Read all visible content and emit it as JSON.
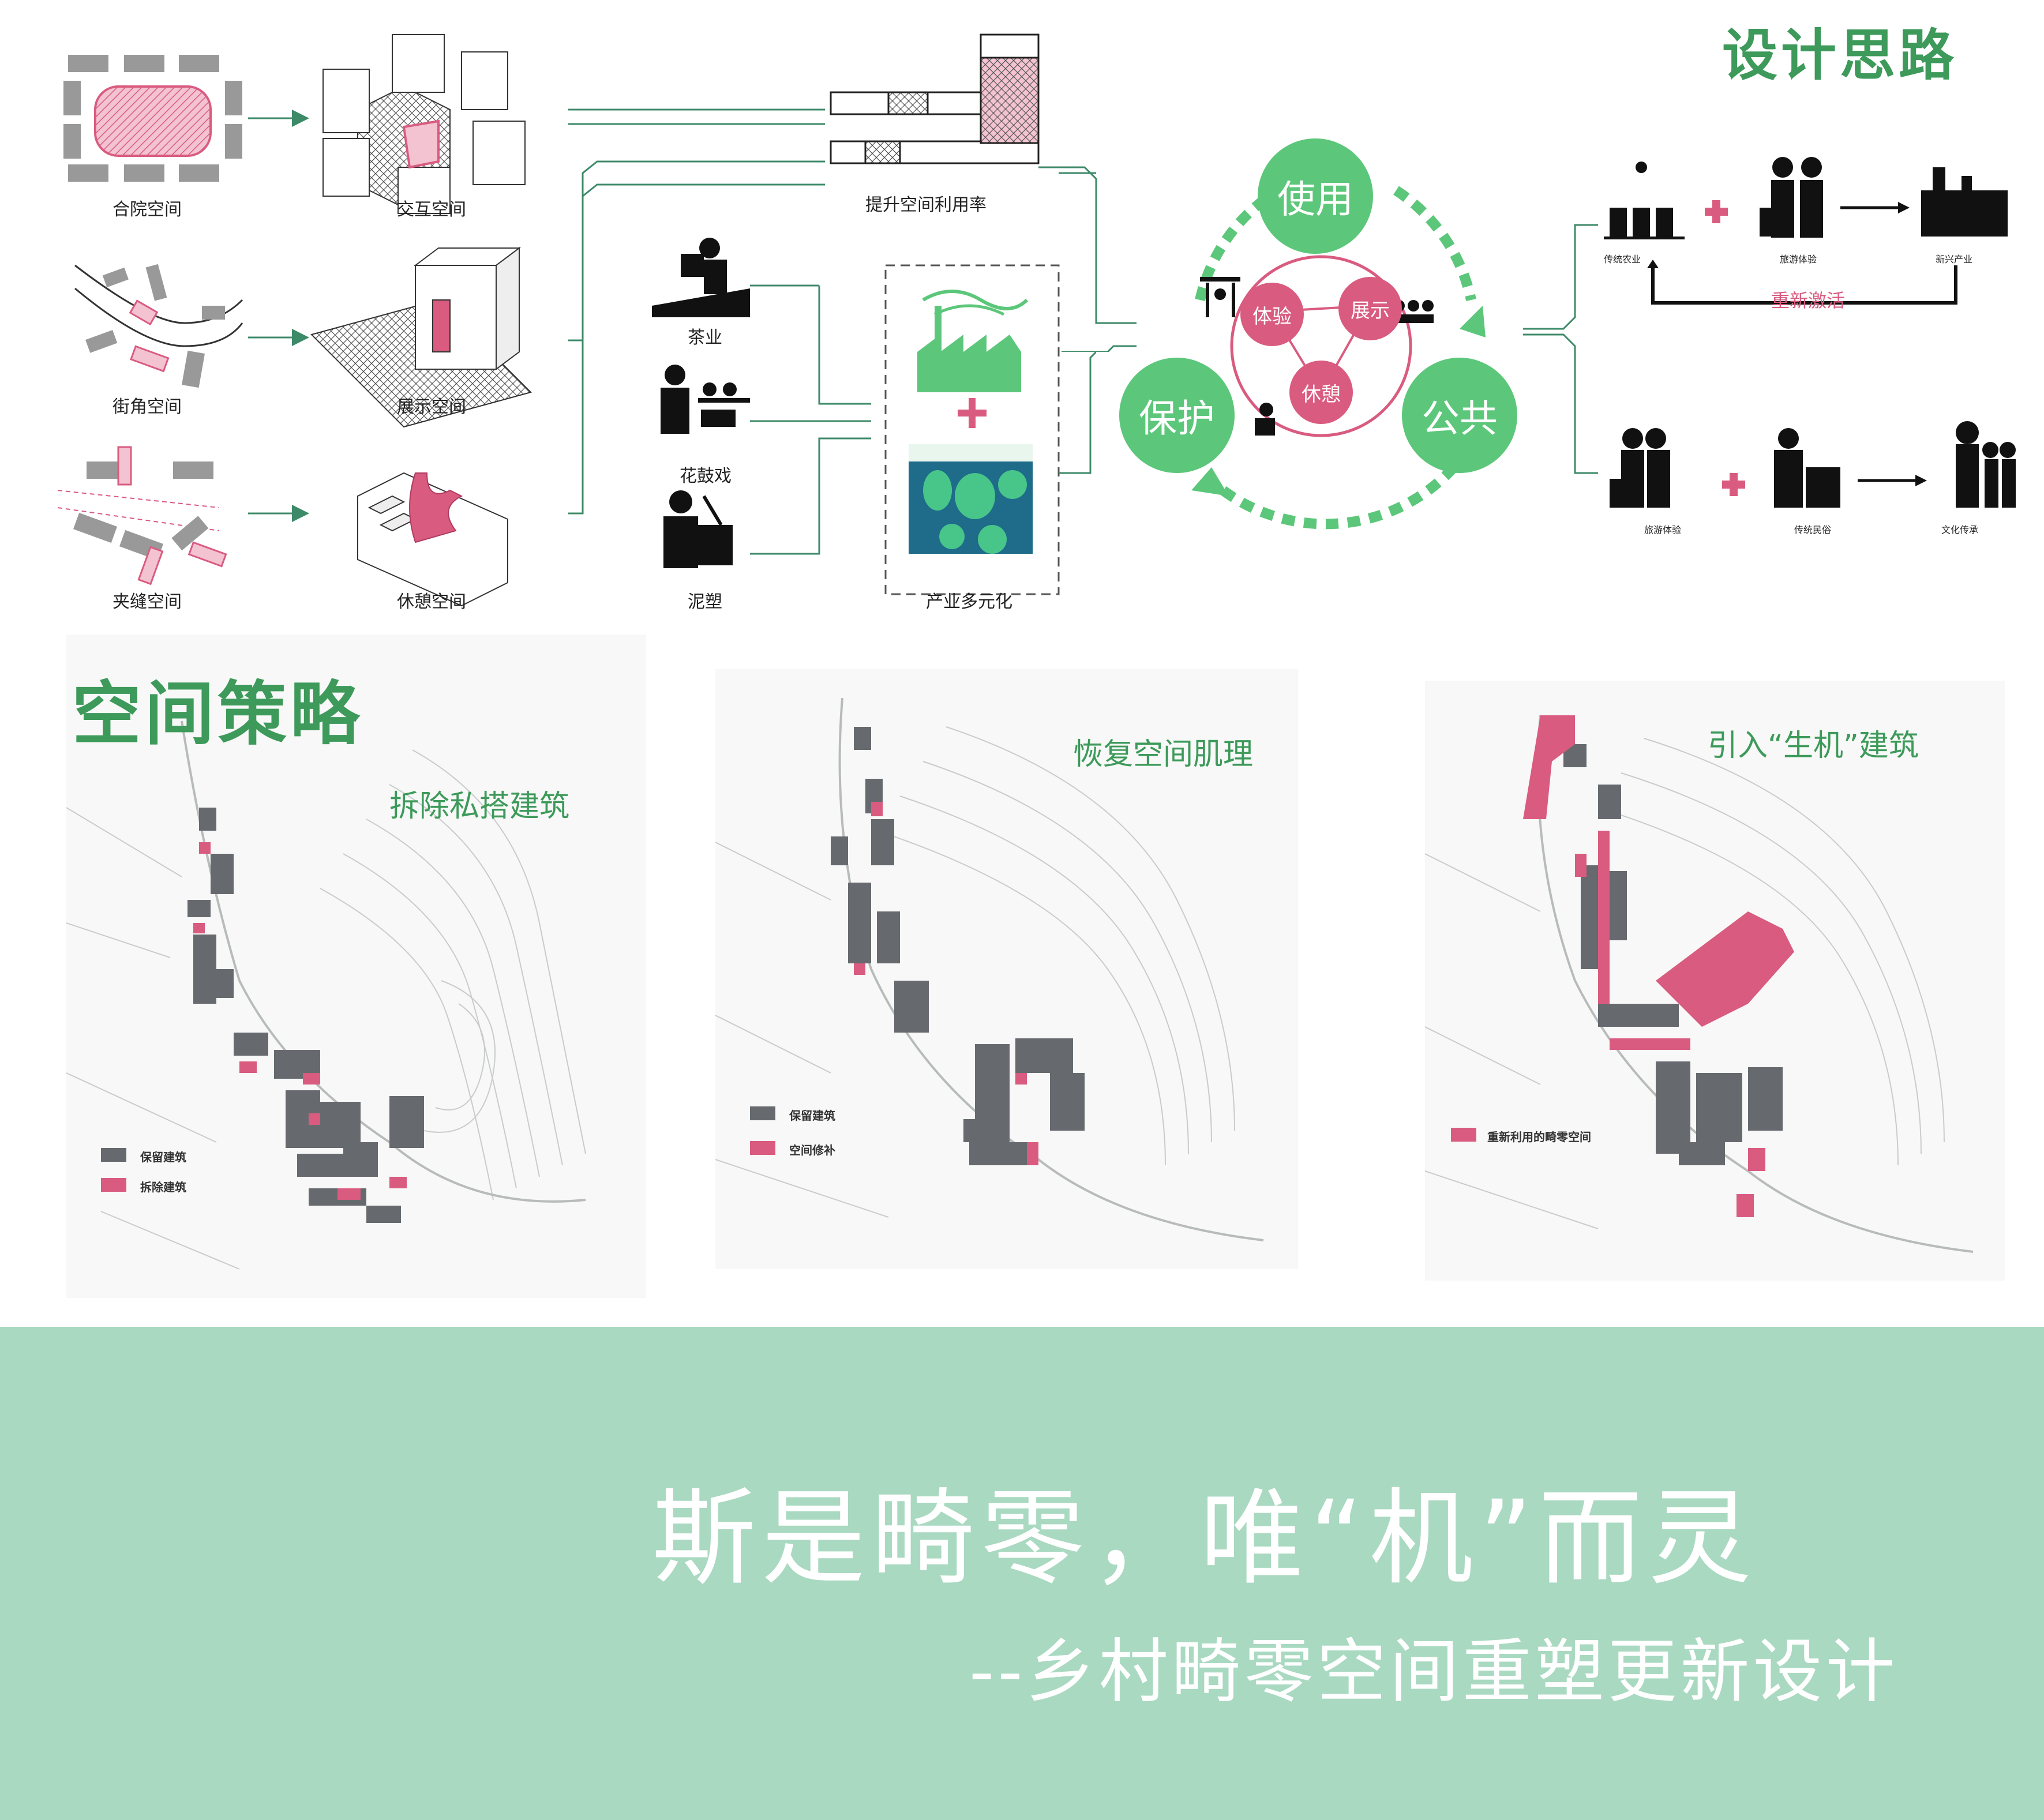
{
  "header": {
    "title": "设计思路"
  },
  "space_types": [
    {
      "from": "合院空间",
      "to": "交互空间"
    },
    {
      "from": "街角空间",
      "to": "展示空间"
    },
    {
      "from": "夹缝空间",
      "to": "休憩空间"
    }
  ],
  "utilization_label": "提升空间利用率",
  "culture_items": [
    "茶业",
    "花鼓戏",
    "泥塑"
  ],
  "industry_label": "产业多元化",
  "cycle": {
    "nodes": [
      "使用",
      "公共",
      "保护"
    ],
    "inner": [
      "体验",
      "展示",
      "休憩"
    ]
  },
  "activation": {
    "row1": [
      "传统农业",
      "旅游体验",
      "新兴产业"
    ],
    "loop_label": "重新激活",
    "row2": [
      "旅游体验",
      "传统民俗",
      "文化传承"
    ]
  },
  "strategy_heading": "空间策略",
  "maps": [
    {
      "title": "拆除私搭建筑",
      "legend": [
        "保留建筑",
        "拆除建筑"
      ]
    },
    {
      "title": "恢复空间肌理",
      "legend": [
        "保留建筑",
        "空间修补"
      ]
    },
    {
      "title": "引入“生机”建筑",
      "legend": [
        "重新利用的畸零空间"
      ]
    }
  ],
  "colors": {
    "accent_green": "#3d9a5a",
    "node_green": "#5cc77a",
    "pink": "#d95b80",
    "gray_building": "#666a6e",
    "band": "#a9d9c1"
  },
  "footer": {
    "title": "斯是畸零，唯“机”而灵",
    "subtitle": "--乡村畸零空间重塑更新设计"
  }
}
